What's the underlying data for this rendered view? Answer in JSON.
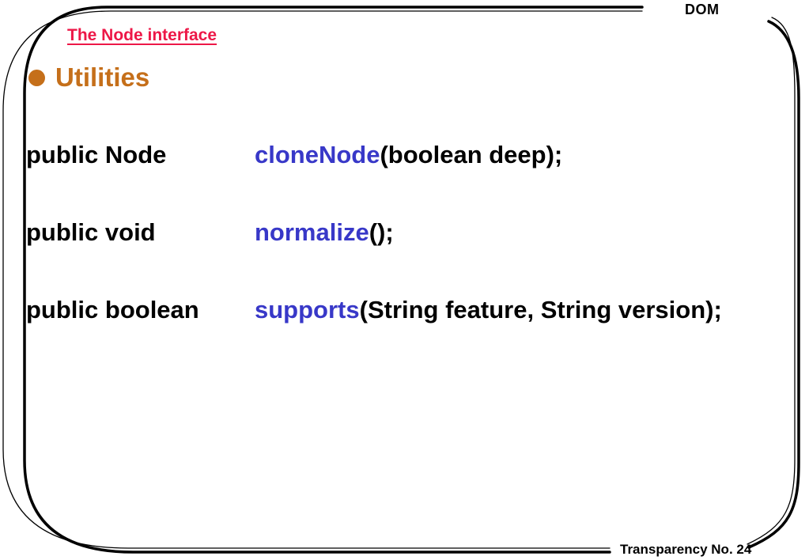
{
  "slide": {
    "corner_label": "DOM",
    "title": "The Node interface",
    "bullet": {
      "label": "Utilities"
    },
    "code_lines": [
      {
        "decl": "public Node",
        "method": "cloneNode",
        "args": "(boolean deep);"
      },
      {
        "decl": "public void",
        "method": "normalize",
        "args": "();"
      },
      {
        "decl": "public boolean",
        "method": "supports",
        "args": "(String feature, String version);"
      }
    ],
    "footer": "Transparency No. 24",
    "colors": {
      "title_red": "#ED1747",
      "accent_orange": "#C56F1A",
      "method_blue": "#3838C8",
      "text_black": "#000000",
      "line_black": "#000000",
      "background": "#FFFFFF"
    }
  }
}
